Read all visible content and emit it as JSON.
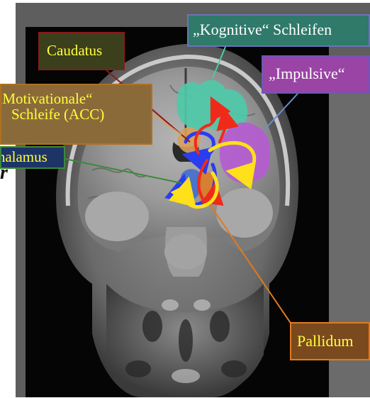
{
  "labels": {
    "kognitive": "„Kognitive“ Schleifen",
    "caudatus": "Caudatus",
    "impulsive": "„Impulsive“",
    "motivationale_line1": "„Motivationale“",
    "motivationale_line2": "Schleife (ACC)",
    "thalamus": "Thalamus",
    "pallidum": "Pallidum"
  },
  "colors": {
    "kognitive_fill": "#4fc9a8",
    "impulsive_fill": "#b45cd0",
    "motivationale_fill": "#d9a05a",
    "thalamus_fill": "#3d6ad0",
    "pallidum_fill": "#e07a20",
    "loop_blue": "#2a3df0",
    "loop_red": "#f02a1a",
    "loop_yellow": "#ffe01a"
  }
}
